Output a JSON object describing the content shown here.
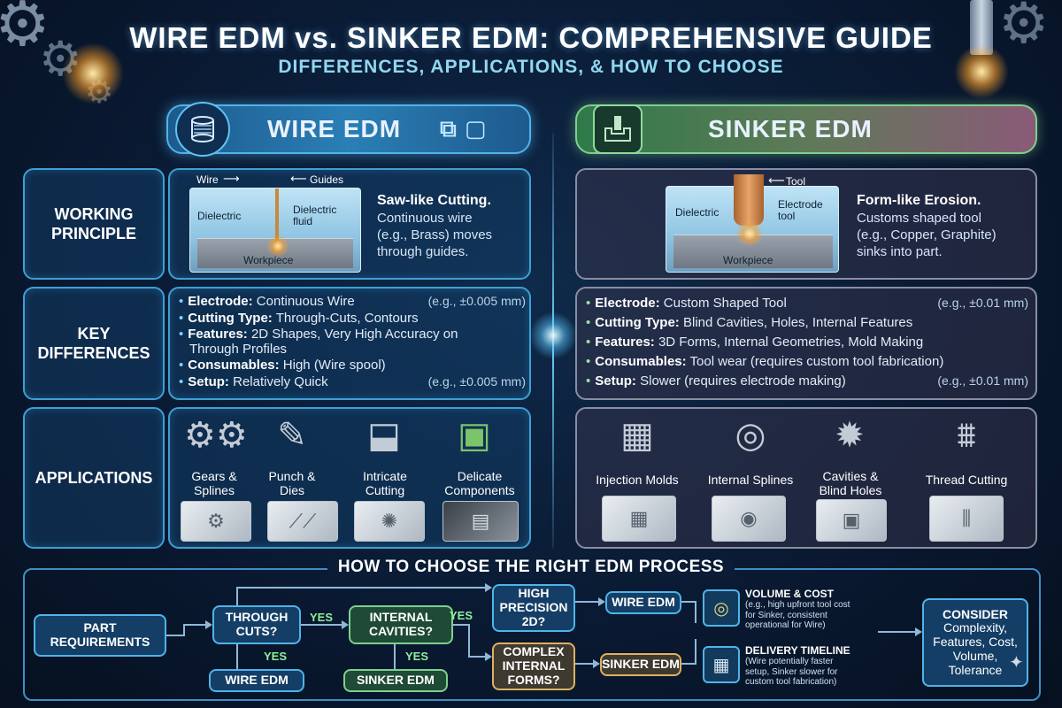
{
  "title": "WIRE EDM vs. SINKER EDM: COMPREHENSIVE GUIDE",
  "subtitle": "DIFFERENCES, APPLICATIONS, & HOW TO CHOOSE",
  "wire": {
    "header": "WIRE EDM",
    "diagram": {
      "wire": "Wire",
      "guides": "Guides",
      "dielectric": "Dielectric",
      "fluid": "Dielectric fluid",
      "workpiece": "Workpiece"
    },
    "principle_head": "Saw-like Cutting.",
    "principle_body": [
      "Continuous wire",
      "(e.g., Brass) moves",
      "through guides."
    ],
    "differences": [
      {
        "key": "Electrode:",
        "value": "Continuous Wire",
        "note": "(e.g., ±0.005 mm)"
      },
      {
        "key": "Cutting Type:",
        "value": "Through-Cuts, Contours",
        "note": ""
      },
      {
        "key": "Features:",
        "value": "2D Shapes, Very High Accuracy on",
        "value2": "Through Profiles",
        "note": ""
      },
      {
        "key": "Consumables:",
        "value": "High (Wire spool)",
        "note": ""
      },
      {
        "key": "Setup:",
        "value": "Relatively Quick",
        "note": "(e.g., ±0.005 mm)"
      }
    ],
    "applications": [
      {
        "line1": "Gears &",
        "line2": "Splines"
      },
      {
        "line1": "Punch &",
        "line2": "Dies"
      },
      {
        "line1": "Intricate",
        "line2": "Cutting"
      },
      {
        "line1": "Delicate",
        "line2": "Components"
      }
    ]
  },
  "sinker": {
    "header": "SINKER EDM",
    "diagram": {
      "tool": "Tool",
      "dielectric": "Dielectric",
      "electrode": "Electrode tool",
      "workpiece": "Workpiece"
    },
    "principle_head": "Form-like Erosion.",
    "principle_body": [
      "Customs shaped tool",
      "(e.g., Copper, Graphite)",
      "sinks into part."
    ],
    "differences": [
      {
        "key": "Electrode:",
        "value": "Custom Shaped Tool",
        "note": "(e.g., ±0.01 mm)"
      },
      {
        "key": "Cutting Type:",
        "value": "Blind Cavities, Holes, Internal Features",
        "note": ""
      },
      {
        "key": "Features:",
        "value": "3D Forms, Internal Geometries, Mold Making",
        "note": ""
      },
      {
        "key": "Consumables:",
        "value": "Tool wear (requires custom tool fabrication)",
        "note": ""
      },
      {
        "key": "Setup:",
        "value": "Slower (requires electrode making)",
        "note": "(e.g., ±0.01 mm)"
      }
    ],
    "applications": [
      {
        "line1": "Injection Molds",
        "line2": ""
      },
      {
        "line1": "Internal Splines",
        "line2": ""
      },
      {
        "line1": "Cavities &",
        "line2": "Blind Holes"
      },
      {
        "line1": "Thread Cutting",
        "line2": ""
      }
    ]
  },
  "rows": {
    "principle": [
      "WORKING",
      "PRINCIPLE"
    ],
    "differences": [
      "KEY",
      "DIFFERENCES"
    ],
    "applications": "APPLICATIONS"
  },
  "choose": {
    "title": "HOW TO CHOOSE THE RIGHT EDM PROCESS",
    "part": [
      "PART",
      "REQUIREMENTS"
    ],
    "through": [
      "THROUGH",
      "CUTS?"
    ],
    "internal": [
      "INTERNAL",
      "CAVITIES?"
    ],
    "precision": [
      "HIGH",
      "PRECISION",
      "2D?"
    ],
    "complex": [
      "COMPLEX",
      "INTERNAL",
      "FORMS?"
    ],
    "wire_result": "WIRE EDM",
    "wire_result2": "WIRE EDM",
    "sinker_result": "SINKER EDM",
    "sinker_result2": "SINKER EDM",
    "yes": "YES",
    "volume_head": "VOLUME & COST",
    "volume_body": [
      "(e.g., high upfront tool cost",
      "for Sinker, consistent",
      "operational for Wire)"
    ],
    "timeline_head": "DELIVERY TIMELINE",
    "timeline_body": [
      "(Wire potentially faster",
      "setup, Sinker slower for",
      "custom tool fabrication)"
    ],
    "consider_head": "CONSIDER",
    "consider_body": [
      "Complexity,",
      "Features, Cost,",
      "Volume,",
      "Tolerance"
    ]
  }
}
